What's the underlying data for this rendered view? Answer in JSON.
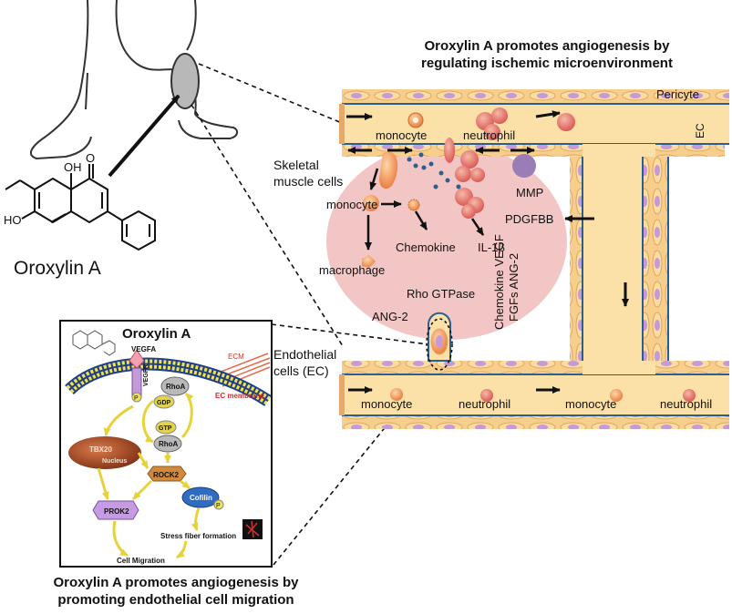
{
  "header": {
    "top_line1": "Oroxylin A promotes angiogenesis by",
    "top_line2": "regulating ischemic microenvironment",
    "bottom_line1": "Oroxylin A promotes angiogenesis by",
    "bottom_line2": "promoting endothelial cell migration"
  },
  "molecule": {
    "name": "Oroxylin A",
    "oh_top": "OH",
    "oh_left": "HO",
    "carbonyl": "O"
  },
  "vessel_labels": {
    "pericyte": "Pericyte",
    "ec": "EC",
    "monocyte_top": "monocyte",
    "neutrophil_top": "neutrophil",
    "skeletal": "Skeletal",
    "muscle_cells": "muscle cells",
    "mmp": "MMP",
    "monocyte_mid": "monocyte",
    "pdgfbb": "PDGFBB",
    "chemokine": "Chemokine",
    "il1b": "IL-1β",
    "macrophage": "macrophage",
    "rho_gtpase": "Rho GTPase",
    "ang2": "ANG-2",
    "factors1": "Chemokine VEGF",
    "factors2": "FGFs ANG-2",
    "endothelial1": "Endothelial",
    "endothelial2": "cells (EC)",
    "monocyte_b1": "monocyte",
    "neutrophil_b1": "neutrophil",
    "monocyte_b2": "monocyte",
    "neutrophil_b2": "neutrophil"
  },
  "pathway": {
    "title": "Oroxylin A",
    "vegfa": "VEGFA",
    "vegfr": "VEGFR",
    "ecm": "ECM",
    "ec_membrane": "EC membrane",
    "rhoa_top": "RhoA",
    "gdp": "GDP",
    "gtp": "GTP",
    "rhoa_bottom": "RhoA",
    "tbx20": "TBX20",
    "nucleus": "Nucleus",
    "rock2": "ROCK2",
    "cofilin": "Cofilin",
    "prok2": "PROK2",
    "stress_fiber": "Stress fiber formation",
    "cell_migration": "Cell  Migration",
    "p": "P"
  },
  "colors": {
    "vessel_fill": "#fbe0a8",
    "vessel_wall": "#e8a86a",
    "basement": "#2b5f8f",
    "inflammation": "#f3c6c6",
    "cell_orange": "#f29436",
    "mmp": "#9a7cb7",
    "membrane_blue": "#1f3f8a",
    "membrane_yellow": "#f2e34a",
    "nucleus": "#a54a26",
    "prok2": "#c79be2",
    "cofilin": "#2f6cc2",
    "rock2": "#d28a3a"
  }
}
